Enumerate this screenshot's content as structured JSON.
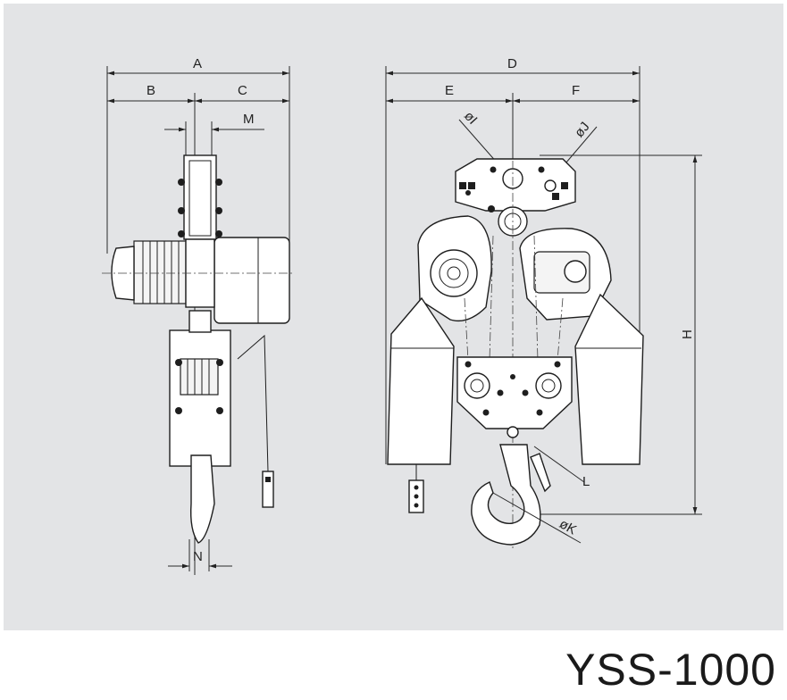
{
  "model": {
    "name": "YSS-1000"
  },
  "side_view": {
    "dimension_labels": {
      "A": "A",
      "B": "B",
      "C": "C",
      "M": "M",
      "N": "N"
    }
  },
  "front_view": {
    "dimension_labels": {
      "D": "D",
      "E": "E",
      "F": "F",
      "H": "H",
      "I": "øI",
      "J": "øJ",
      "K": "øK",
      "L": "L"
    }
  }
}
